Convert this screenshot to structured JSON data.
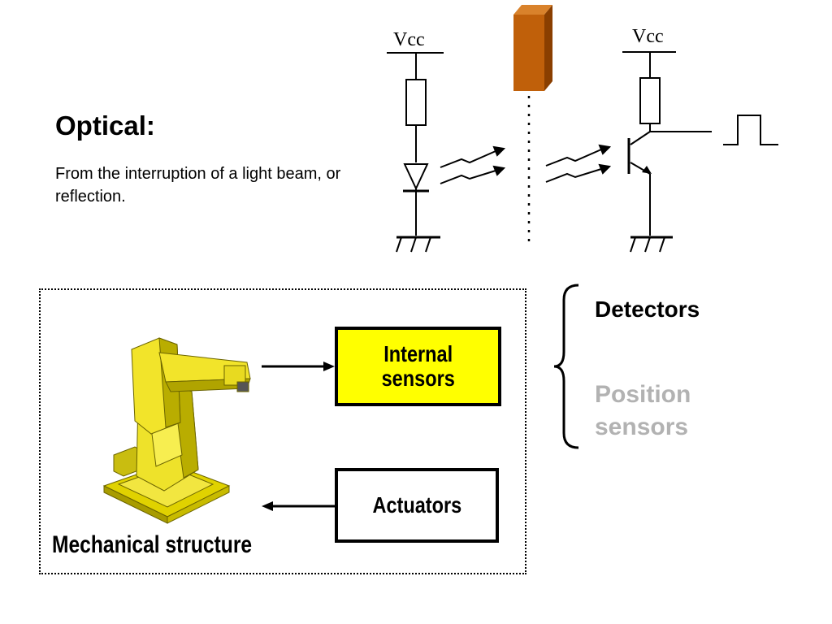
{
  "title": "Optical:",
  "description": "From the interruption of a light beam, or reflection.",
  "circuit": {
    "vcc_left": "Vcc",
    "vcc_right": "Vcc"
  },
  "diagram": {
    "internal_sensors_line1": "Internal",
    "internal_sensors_line2": "sensors",
    "actuators": "Actuators",
    "mechanical_structure": "Mechanical structure"
  },
  "sensor_types": {
    "detectors": "Detectors",
    "position_line1": "Position",
    "position_line2": "sensors"
  },
  "colors": {
    "internal_box": "#ffff00",
    "position_text": "#b2b2b2",
    "obstacle": "#c0600a",
    "robot": "#f0e020"
  }
}
